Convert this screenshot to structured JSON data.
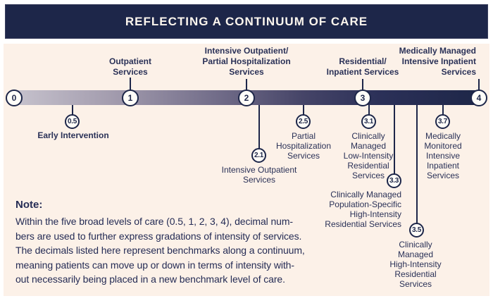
{
  "header": {
    "title": "REFLECTING A CONTINUUM OF CARE"
  },
  "continuum": {
    "major_levels": [
      {
        "value": "0",
        "label": ""
      },
      {
        "value": "1",
        "label": "Outpatient\nServices"
      },
      {
        "value": "2",
        "label": "Intensive Outpatient/\nPartial Hospitalization\nServices"
      },
      {
        "value": "3",
        "label": "Residential/\nInpatient Services"
      },
      {
        "value": "4",
        "label": "Medically Managed\nIntensive Inpatient\nServices"
      }
    ],
    "benchmarks": [
      {
        "value": "0.5",
        "label": "Early Intervention"
      },
      {
        "value": "2.1",
        "label": "Intensive Outpatient\nServices"
      },
      {
        "value": "2.5",
        "label": "Partial\nHospitalization\nServices"
      },
      {
        "value": "3.1",
        "label": "Clinically\nManaged\nLow-Intensity\nResidential\nServices"
      },
      {
        "value": "3.3",
        "label": "Clinically Managed\nPopulation-Specific\nHigh-Intensity\nResidential Services"
      },
      {
        "value": "3.5",
        "label": "Clinically\nManaged\nHigh-Intensity\nResidential\nServices"
      },
      {
        "value": "3.7",
        "label": "Medically\nMonitored\nIntensive\nInpatient\nServices"
      }
    ]
  },
  "note": {
    "heading": "Note:",
    "body": "Within the five broad levels of care (0.5, 1, 2, 3, 4), decimal num-\nbers are used to further express gradations of intensity of services.\nThe decimals listed here represent benchmarks along a continuum,\nmeaning patients can move up or down in terms of intensity with-\nout necessarily being placed in a new benchmark level of care."
  },
  "colors": {
    "navy": "#1d2649",
    "cream": "#fcf1e8",
    "bar_gradient_start": "#c9c5cf",
    "bar_gradient_end": "#1d2647",
    "title_text": "#fdf6ee"
  }
}
